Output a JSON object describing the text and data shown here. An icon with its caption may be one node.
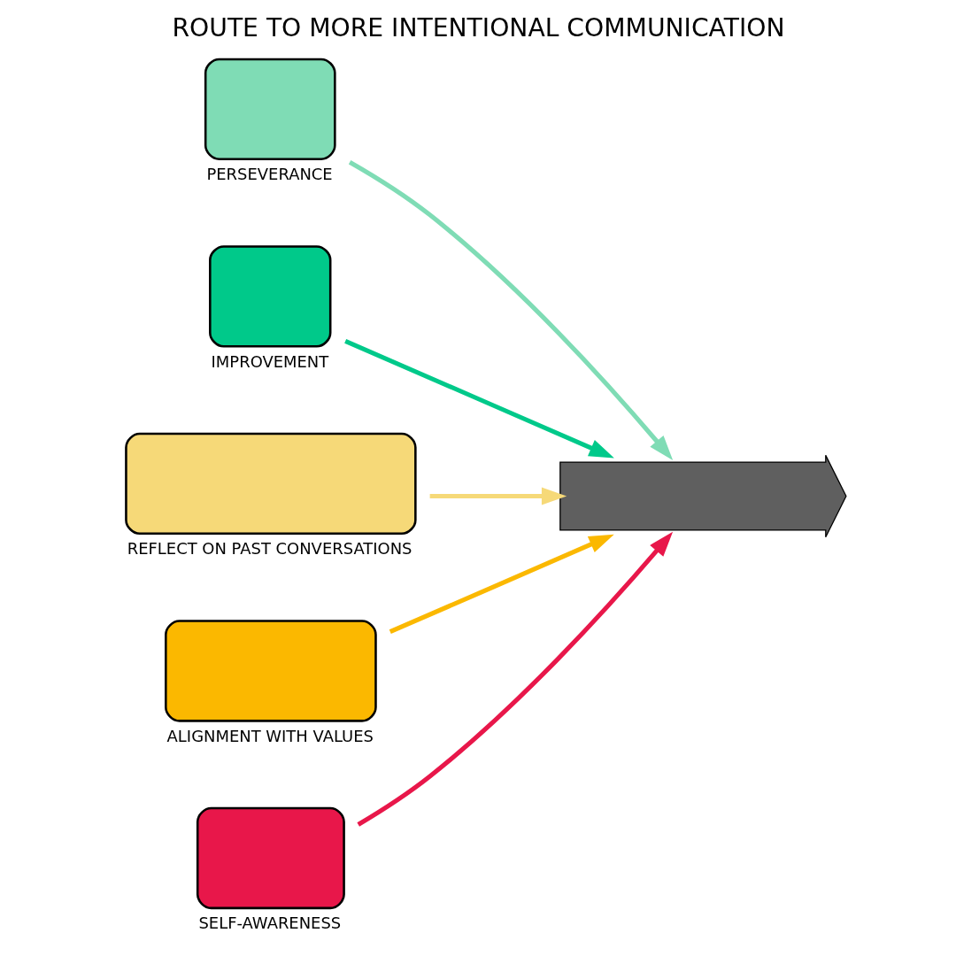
{
  "diagram": {
    "title": "ROUTE TO MORE INTENTIONAL COMMUNICATION",
    "nodes": [
      {
        "text": [
          "PERSEVERANCE"
        ]
      },
      {
        "text": [
          "IMPROVEMENT"
        ]
      },
      {
        "text": [
          "REFLECT ON PAST CONVERSATIONS"
        ]
      },
      {
        "text": [
          "ALIGNMENT WITH VALUES"
        ]
      },
      {
        "text": [
          "SELF-AWARENESS"
        ]
      },
      {
        "text": [],
        "shape": "arrow"
      }
    ],
    "edges": [
      {
        "from": 4,
        "to": 5,
        "arrow": "to",
        "color": "#e8174a"
      },
      {
        "from": 2,
        "to": 5,
        "arrow": "to",
        "color": "#f6d978"
      },
      {
        "from": 0,
        "to": 5,
        "arrow": "to",
        "color": "#7fdcb5"
      },
      {
        "from": 3,
        "to": 5,
        "arrow": "to",
        "color": "#fbb800"
      },
      {
        "from": 1,
        "to": 5,
        "arrow": "to",
        "color": "#00c98a"
      }
    ]
  }
}
